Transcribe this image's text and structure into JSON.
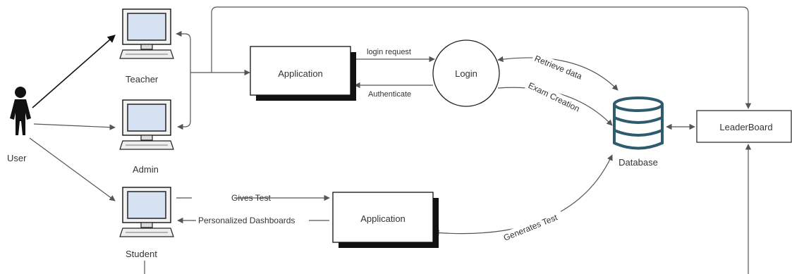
{
  "actors": {
    "user": "User"
  },
  "computers": {
    "teacher": "Teacher",
    "admin": "Admin",
    "student": "Student"
  },
  "nodes": {
    "application_top": "Application",
    "login": "Login",
    "database": "Database",
    "leaderboard": "LeaderBoard",
    "application_bottom": "Application"
  },
  "edges": {
    "login_request": "login request",
    "authenticate": "Authenticate",
    "retrieve_data": "Retrieve data",
    "exam_creation": "Exam Creation",
    "gives_test": "Gives Test",
    "personalized_dashboards": "Personalized Dashboards",
    "generates_test": "Generates Test"
  },
  "colors": {
    "database_stroke": "#2e5b6e",
    "screen_fill": "#d6e2f2",
    "line": "#555555",
    "shadow": "#111111"
  }
}
